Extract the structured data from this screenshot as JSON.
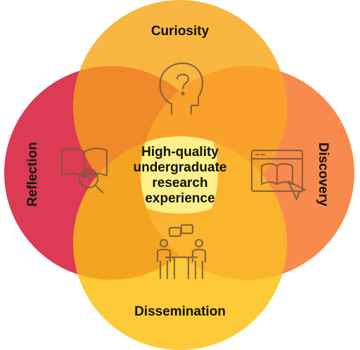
{
  "diagram": {
    "petals": [
      {
        "id": "curiosity",
        "label": "Curiosity",
        "color": "#f8b132"
      },
      {
        "id": "discovery",
        "label": "Discovery",
        "color": "#f98a4e"
      },
      {
        "id": "dissemination",
        "label": "Dissemination",
        "color": "#fcc92f"
      },
      {
        "id": "reflection",
        "label": "Reflection",
        "color": "#dc3a55"
      }
    ],
    "center": {
      "lines": [
        "High-quality",
        "undergraduate",
        "research",
        "experience"
      ],
      "color": "#fdf08c"
    },
    "icons": {
      "curiosity": "head-question-icon",
      "discovery": "browser-book-icon",
      "dissemination": "people-discussion-icon",
      "reflection": "book-magnifier-icon"
    }
  }
}
